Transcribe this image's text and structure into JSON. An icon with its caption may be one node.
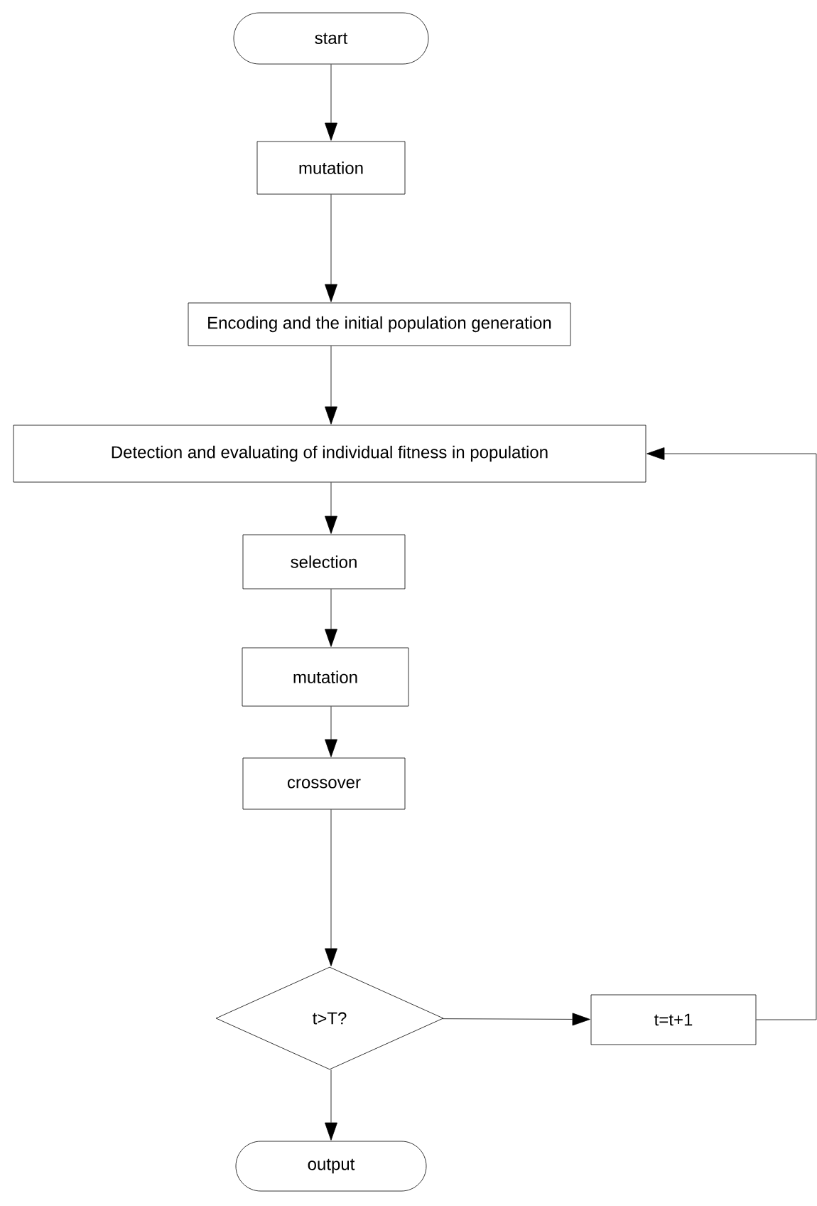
{
  "diagram": {
    "nodes": [
      {
        "text": [
          "start"
        ]
      },
      {
        "text": [
          "mutation"
        ]
      },
      {
        "text": [
          "Encoding and the initial population generation"
        ]
      },
      {
        "text": [
          "Detection and evaluating of individual fitness in population"
        ]
      },
      {
        "text": [
          "selection"
        ]
      },
      {
        "text": [
          "mutation"
        ]
      },
      {
        "text": [
          "crossover"
        ]
      },
      {
        "text": [
          "t>T?"
        ]
      },
      {
        "text": [
          "t=t+1"
        ]
      },
      {
        "text": [
          "output"
        ]
      }
    ],
    "edges": [
      {
        "from": 0,
        "to": 1,
        "arrow": "to"
      },
      {
        "from": 1,
        "to": 2,
        "arrow": "to"
      },
      {
        "from": 2,
        "to": 3,
        "arrow": "to"
      },
      {
        "from": 3,
        "to": 4,
        "arrow": "to"
      },
      {
        "from": 4,
        "to": 5,
        "arrow": "to"
      },
      {
        "from": 5,
        "to": 6,
        "arrow": "to"
      },
      {
        "from": 6,
        "to": 7,
        "arrow": "to"
      },
      {
        "from": 7,
        "to": 8,
        "arrow": "to"
      },
      {
        "from": 7,
        "to": 9,
        "arrow": "to"
      },
      {
        "from": 8,
        "to": 3,
        "arrow": "to"
      }
    ]
  }
}
